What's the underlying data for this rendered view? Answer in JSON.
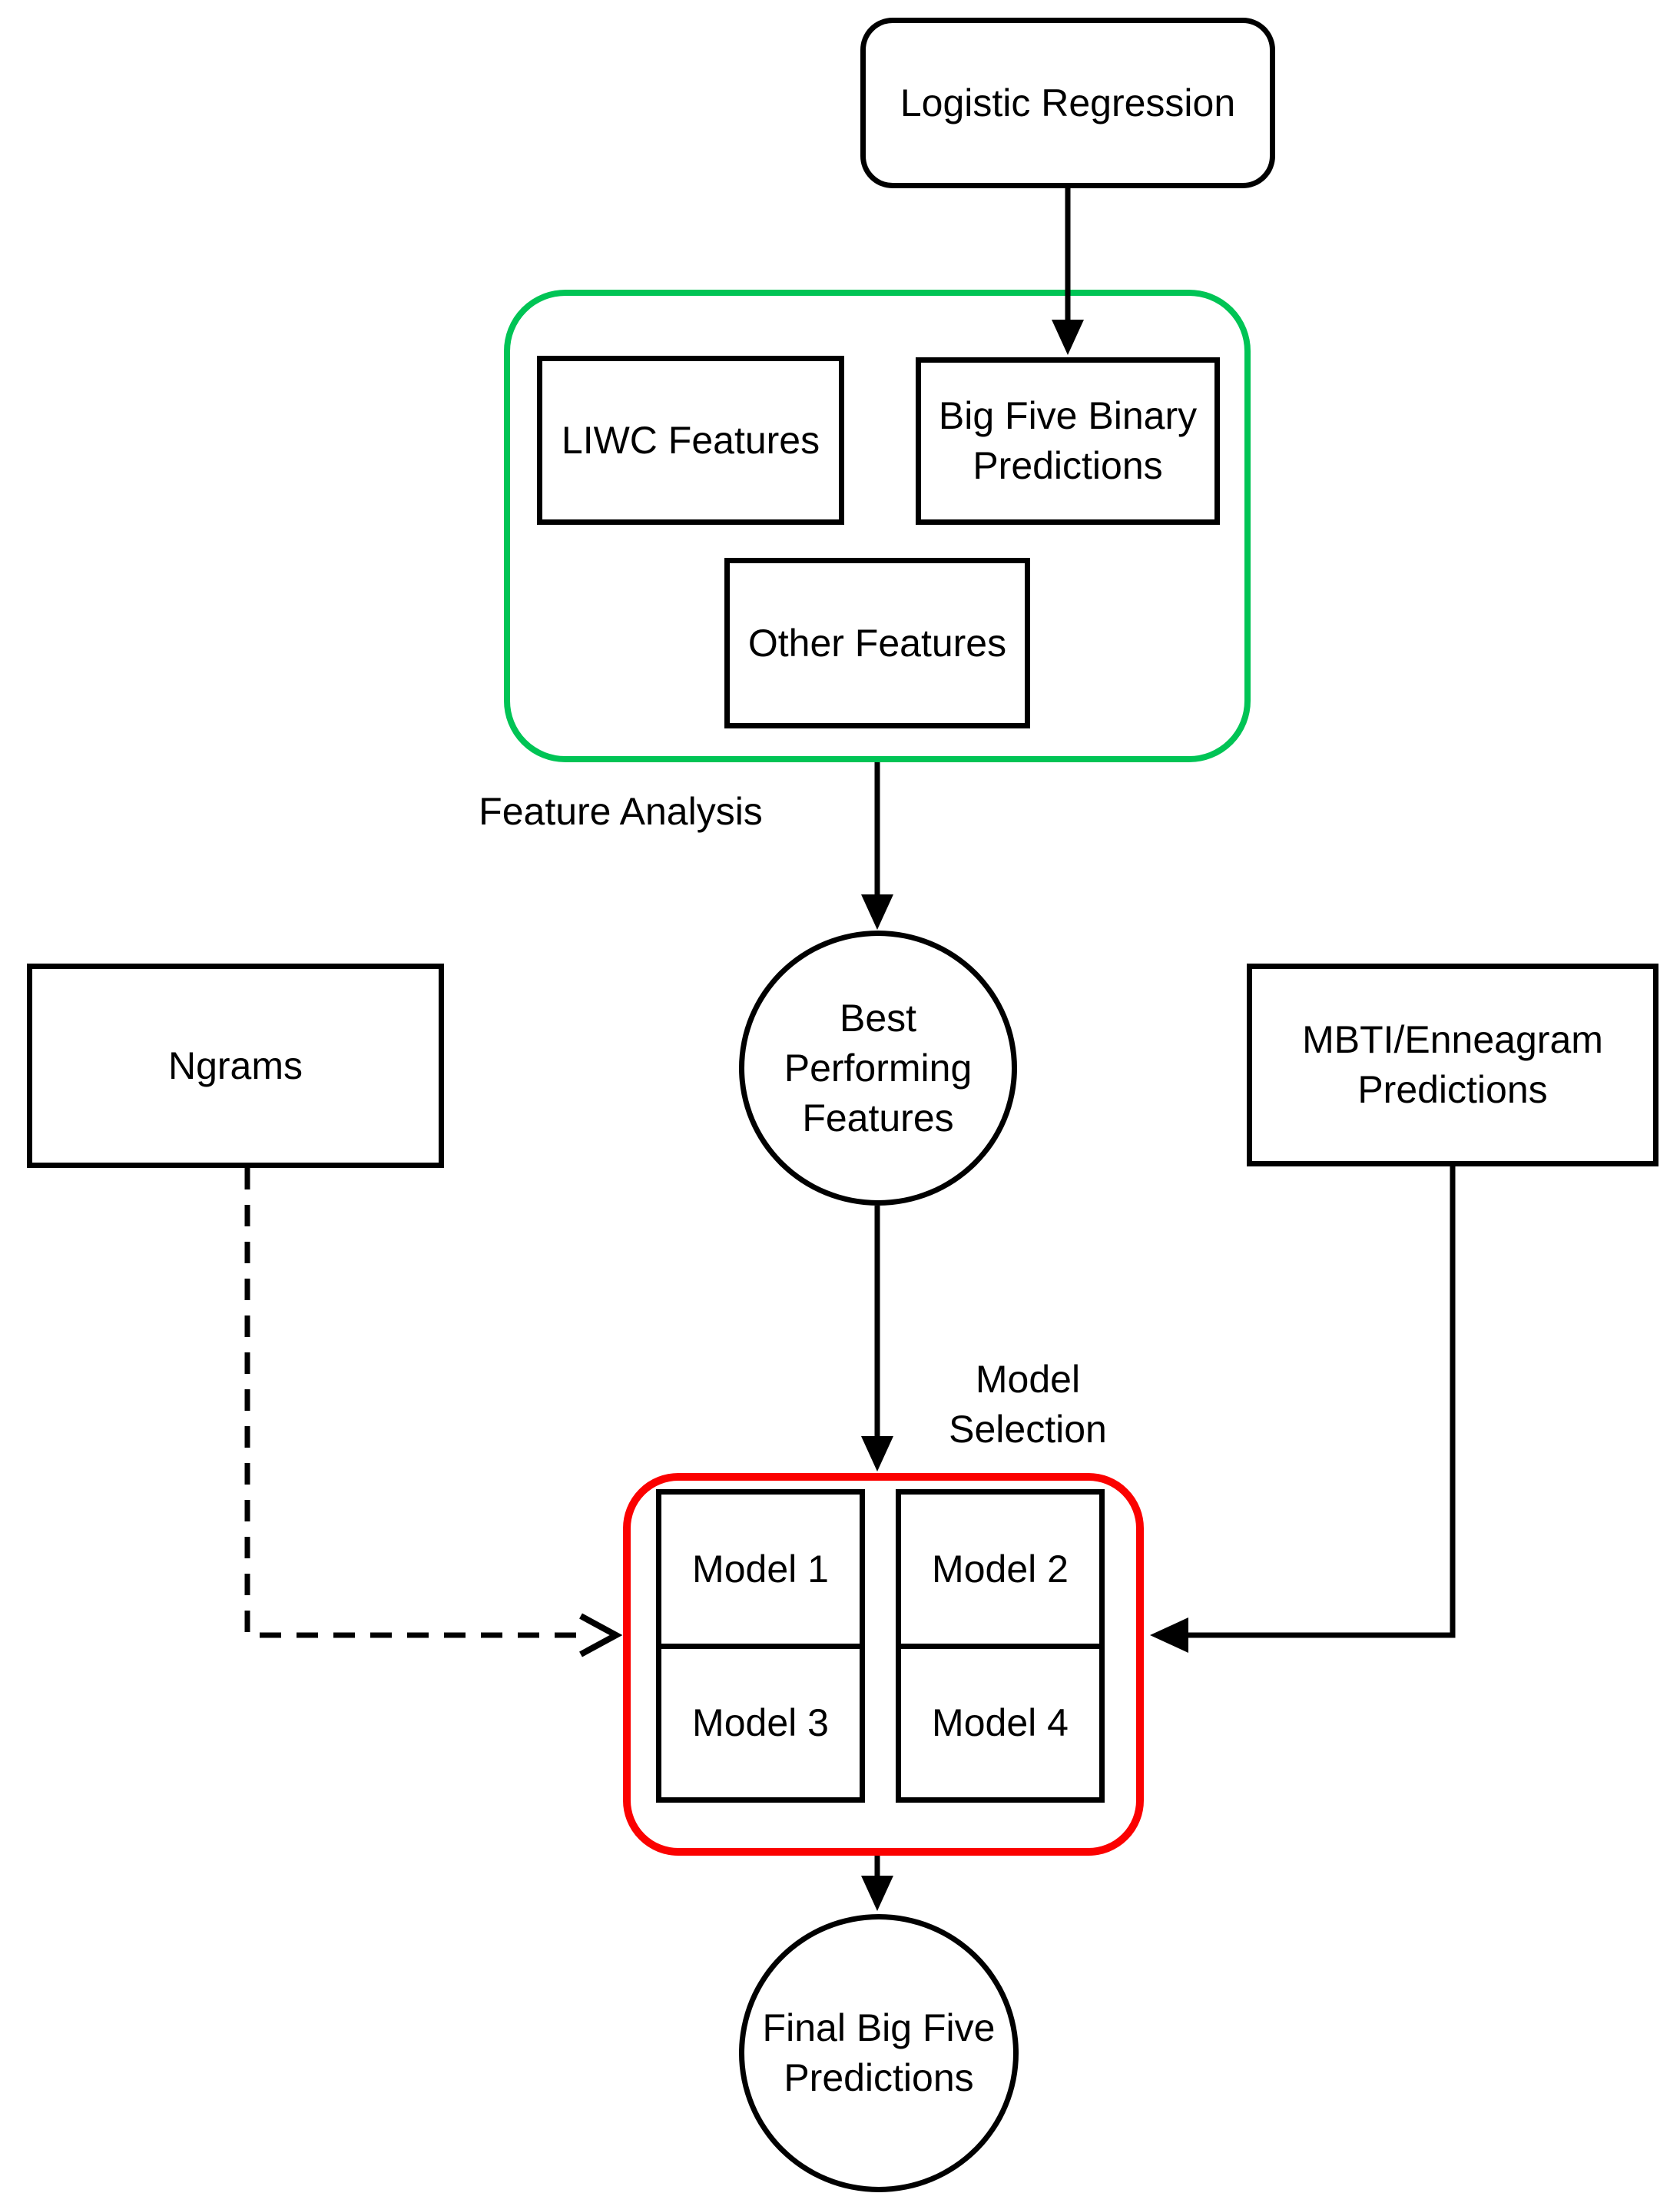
{
  "colors": {
    "green": "#00c455",
    "red": "#fb0100",
    "stroke": "#000000",
    "background": "#ffffff"
  },
  "nodes": {
    "logistic_regression": {
      "label": "Logistic Regression"
    },
    "feature_group": {
      "liwc": {
        "label": "LIWC Features"
      },
      "big_five_binary": {
        "label": "Big Five Binary\nPredictions"
      },
      "other_features": {
        "label": "Other Features"
      }
    },
    "best_performing": {
      "label": "Best\nPerforming\nFeatures"
    },
    "ngrams": {
      "label": "Ngrams"
    },
    "mbti_enneagram": {
      "label": "MBTI/Enneagram\nPredictions"
    },
    "model_grid": {
      "models": [
        "Model 1",
        "Model 2",
        "Model 3",
        "Model 4"
      ]
    },
    "final_predictions": {
      "label": "Final Big Five\nPredictions"
    }
  },
  "captions": {
    "feature_analysis": {
      "label": "Feature Analysis"
    },
    "model_selection": {
      "label": "Model\nSelection"
    }
  }
}
